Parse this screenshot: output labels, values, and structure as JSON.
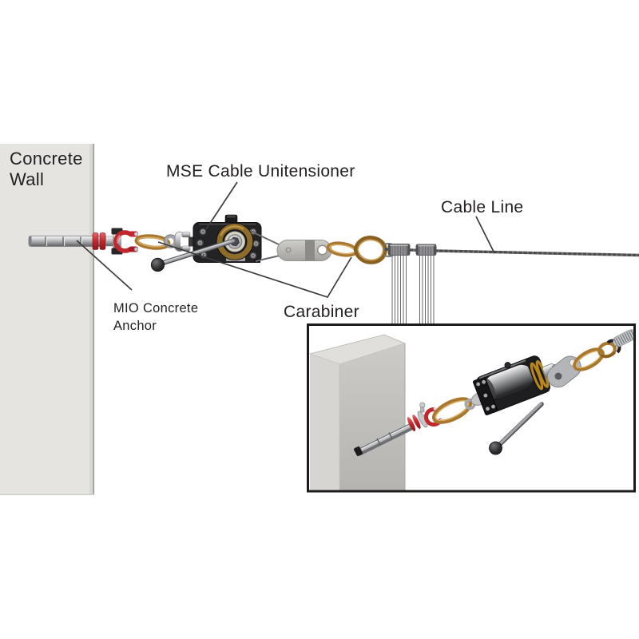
{
  "diagram": {
    "background": "#ffffff",
    "labels": {
      "wall": {
        "line1": "Concrete",
        "line2": "Wall"
      },
      "tensioner": "MSE Cable Unitensioner",
      "cable": "Cable Line",
      "anchor": {
        "line1": "MIO Concrete",
        "line2": "Anchor"
      },
      "carabiner": "Carabiner"
    },
    "colors": {
      "wall_fill": "#e5e4e0",
      "label_text": "#231f20",
      "leader_line": "#3b3b3b",
      "shackle_red": "#c1272d",
      "brass_gold": "#a9782e",
      "tensioner_black": "#232325",
      "steel_gray": "#a3a4a8",
      "cable_gray": "#4e4e50",
      "plate_gray": "#b8b6b2",
      "inset_border": "#1b1b1b",
      "concrete_block_light": "#deddd9",
      "concrete_block_dark": "#bfbeba"
    }
  }
}
